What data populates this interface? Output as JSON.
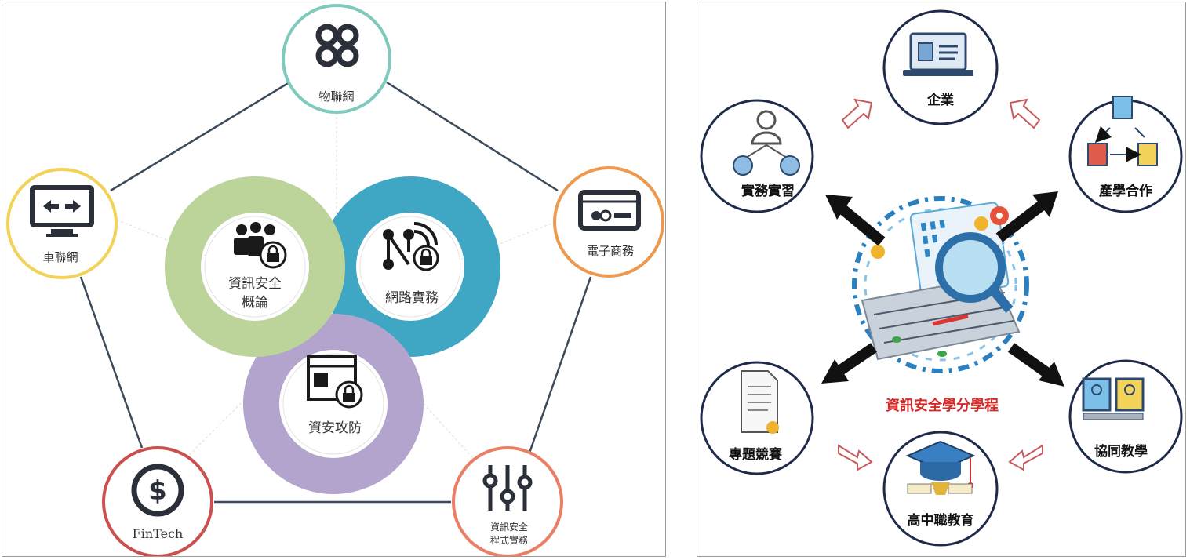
{
  "left_diagram": {
    "outer_nodes": {
      "iot": "物聯網",
      "car_network": "車聯網",
      "ecommerce": "電子商務",
      "fintech": "FinTech",
      "secure_programming_line1": "資訊安全",
      "secure_programming_line2": "程式實務"
    },
    "core_courses": {
      "intro_line1": "資訊安全",
      "intro_line2": "概論",
      "network": "網路實務",
      "attack_defense": "資安攻防"
    },
    "colors": {
      "iot": "#7fc9bd",
      "car_network": "#f2d35a",
      "ecommerce": "#eb9a4f",
      "fintech": "#c9504f",
      "secure_programming": "#ea7f66",
      "ring_green": "#bcd39a",
      "ring_blue": "#3fa6c4",
      "ring_purple": "#b3a4cd",
      "pentagon_edge": "#3b4a5a"
    }
  },
  "right_diagram": {
    "center_title": "資訊安全學分學程",
    "nodes": {
      "enterprise": "企業",
      "internship": "實務實習",
      "industry_academia": "產學合作",
      "project_competition": "專題競賽",
      "collaborative_teaching": "協同教學",
      "high_school_education": "高中職教育"
    },
    "colors": {
      "circle_border": "#1e2a4a",
      "title_red": "#d42a2a",
      "arrow_black": "#111111",
      "arrow_outline": "#c75a5a"
    }
  }
}
